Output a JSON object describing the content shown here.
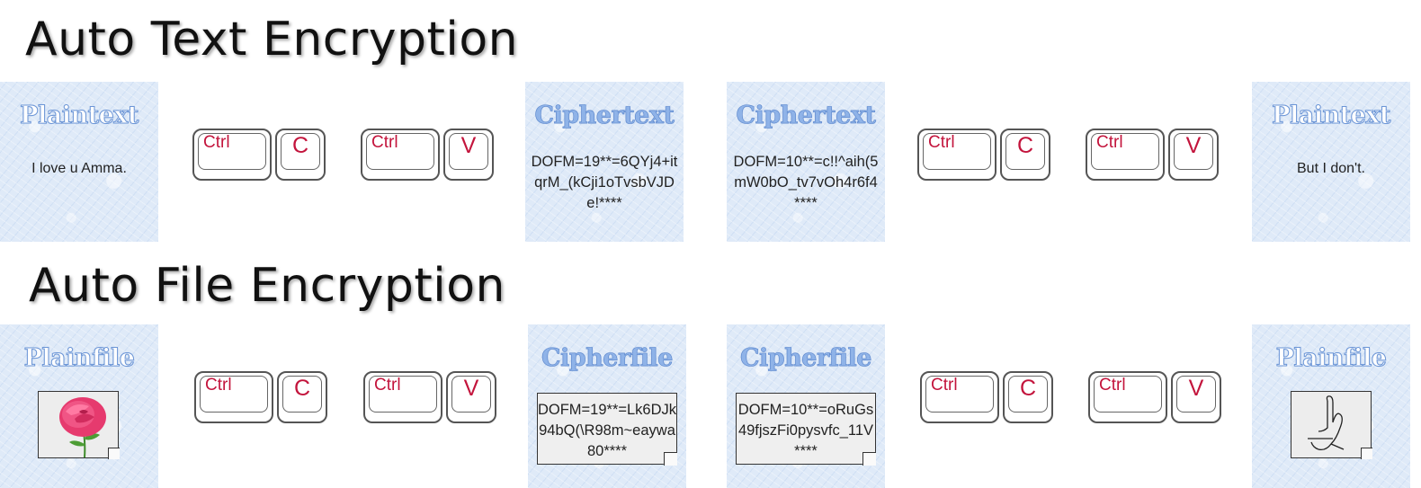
{
  "text_section": {
    "title": "Auto Text Encryption",
    "encrypt": {
      "plain_title": "Plaintext",
      "plain_body": "I love u Amma.",
      "cipher_title": "Ciphertext",
      "cipher_body": "DOFM=19**=6QYj4+itqrM_(kCji1oTvsbVJDe!****"
    },
    "decrypt": {
      "cipher_title": "Ciphertext",
      "cipher_body": "DOFM=10**=c!!^aih(5mW0bO_tv7vOh4r6f4****",
      "plain_title": "Plaintext",
      "plain_body": "But I don't."
    }
  },
  "file_section": {
    "title": "Auto File Encryption",
    "encrypt": {
      "plain_title": "Plainfile",
      "cipher_title": "Cipherfile",
      "cipher_body": "DOFM=19**=Lk6DJk94bQ(\\R98m~eaywa80****"
    },
    "decrypt": {
      "cipher_title": "Cipherfile",
      "cipher_body": "DOFM=10**=oRuGs49fjszFi0pysvfc_11V****",
      "plain_title": "Plainfile"
    }
  },
  "keys": {
    "modifier": "Ctrl",
    "copy": "C",
    "paste": "V"
  },
  "colors": {
    "panel_bg": "#dfeaf8",
    "title_outline": "#6b95d6",
    "key_label": "#c3143c"
  },
  "icons": [
    "rose-image",
    "hand-sketch-image",
    "document-fold-icon"
  ]
}
